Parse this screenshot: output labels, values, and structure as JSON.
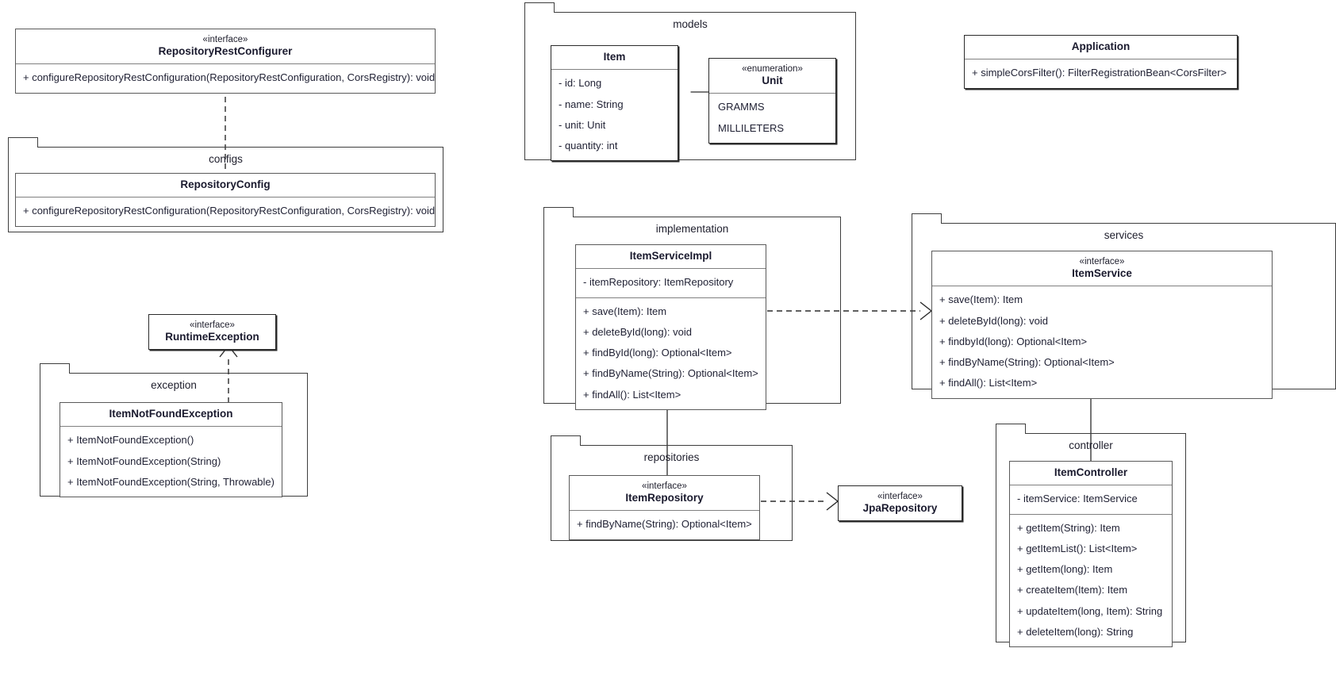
{
  "diagram": {
    "title": "UML class diagram",
    "notation": "UML"
  },
  "classes": {
    "repositoryRestConfigurer": {
      "stereotype": "«interface»",
      "name": "RepositoryRestConfigurer",
      "methods": [
        "+ configureRepositoryRestConfiguration(RepositoryRestConfiguration, CorsRegistry): void"
      ]
    },
    "repositoryConfig": {
      "name": "RepositoryConfig",
      "methods": [
        "+ configureRepositoryRestConfiguration(RepositoryRestConfiguration, CorsRegistry): void"
      ]
    },
    "runtimeException": {
      "stereotype": "«interface»",
      "name": "RuntimeException",
      "methods": []
    },
    "itemNotFoundException": {
      "name": "ItemNotFoundException",
      "methods": [
        "+ ItemNotFoundException()",
        "+ ItemNotFoundException(String)",
        "+ ItemNotFoundException(String, Throwable)"
      ]
    },
    "item": {
      "name": "Item",
      "attributes": [
        "- id: Long",
        "- name: String",
        "- unit: Unit",
        "- quantity: int"
      ]
    },
    "unit": {
      "stereotype": "«enumeration»",
      "name": "Unit",
      "literals": [
        "GRAMMS",
        "MILLILETERS"
      ]
    },
    "application": {
      "name": "Application",
      "methods": [
        "+ simpleCorsFilter(): FilterRegistrationBean<CorsFilter>"
      ]
    },
    "itemServiceImpl": {
      "name": "ItemServiceImpl",
      "attributes": [
        "- itemRepository: ItemRepository"
      ],
      "methods": [
        "+ save(Item): Item",
        "+ deleteById(long): void",
        "+ findById(long): Optional<Item>",
        "+ findByName(String): Optional<Item>",
        "+ findAll(): List<Item>"
      ]
    },
    "itemService": {
      "stereotype": "«interface»",
      "name": "ItemService",
      "methods": [
        "+ save(Item): Item",
        "+ deleteById(long): void",
        "+ findbyId(long): Optional<Item>",
        "+ findByName(String): Optional<Item>",
        "+ findAll(): List<Item>"
      ]
    },
    "itemRepository": {
      "stereotype": "«interface»",
      "name": "ItemRepository",
      "methods": [
        "+ findByName(String): Optional<Item>"
      ]
    },
    "jpaRepository": {
      "stereotype": "«interface»",
      "name": "JpaRepository",
      "methods": []
    },
    "itemController": {
      "name": "ItemController",
      "attributes": [
        "- itemService: ItemService"
      ],
      "methods": [
        "+ getItem(String): Item",
        "+ getItemList(): List<Item>",
        "+ getItem(long): Item",
        "+ createItem(Item): Item",
        "+ updateItem(long, Item): String",
        "+ deleteItem(long): String"
      ]
    }
  },
  "packages": {
    "configs": {
      "label": "configs"
    },
    "exception": {
      "label": "exception"
    },
    "models": {
      "label": "models"
    },
    "implementation": {
      "label": "implementation"
    },
    "services": {
      "label": "services"
    },
    "repositories": {
      "label": "repositories"
    },
    "controller": {
      "label": "controller"
    }
  },
  "relationships": [
    {
      "type": "realization",
      "from": "RepositoryConfig",
      "to": "RepositoryRestConfigurer",
      "style": "dashed-triangle"
    },
    {
      "type": "realization",
      "from": "ItemNotFoundException",
      "to": "RuntimeException",
      "style": "dashed-triangle"
    },
    {
      "type": "aggregation",
      "from": "Item",
      "to": "Unit",
      "style": "solid-hollow-diamond"
    },
    {
      "type": "realization",
      "from": "ItemServiceImpl",
      "to": "ItemService",
      "style": "dashed-open-arrow"
    },
    {
      "type": "aggregation",
      "from": "ItemServiceImpl",
      "to": "ItemRepository",
      "style": "solid-hollow-diamond"
    },
    {
      "type": "realization",
      "from": "ItemRepository",
      "to": "JpaRepository",
      "style": "dashed-open-arrow"
    },
    {
      "type": "aggregation",
      "from": "ItemService",
      "to": "ItemController",
      "style": "solid-hollow-diamond"
    }
  ]
}
